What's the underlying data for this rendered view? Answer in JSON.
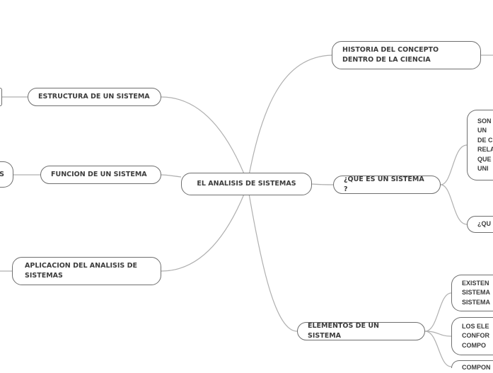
{
  "central": "EL ANALISIS DE SISTEMAS",
  "right": {
    "historia": "HISTORIA DEL CONCEPTO\nDENTRO DE LA CIENCIA",
    "que_es": "¿QUE ES UN SISTEMA ?",
    "elementos": "ELEMENTOS DE UN SISTEMA",
    "que_es_children": [
      "SON\nUN\nDE C\nRELA\nQUE\nUNI",
      "¿QU"
    ],
    "elementos_children": [
      "EXISTEN\nSISTEMA\nSISTEMA",
      "LOS ELE\nCONFOR\nCOMPO",
      "COMPON"
    ]
  },
  "left": {
    "estructura": "ESTRUCTURA DE UN SISTEMA",
    "funcion": "FUNCION DE UN SISTEMA",
    "aplicacion": "APLICACION DEL ANALISIS DE\nSISTEMAS",
    "funcion_child": "S"
  },
  "colors": {
    "border": "#6f6f6f",
    "link": "#aaaaaa",
    "text": "#3c3c3c"
  }
}
